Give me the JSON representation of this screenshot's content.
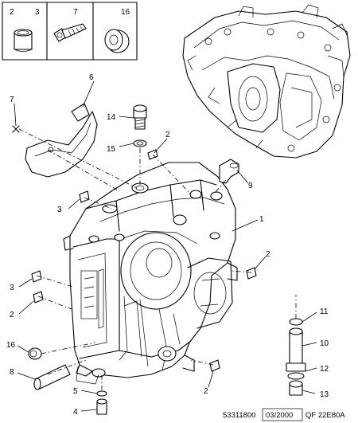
{
  "legend_box": {
    "labels": [
      "2",
      "3",
      "7",
      "16"
    ]
  },
  "callouts": [
    "6",
    "7",
    "14",
    "15",
    "2",
    "9",
    "3",
    "1",
    "2",
    "3",
    "2",
    "16",
    "8",
    "5",
    "4",
    "11",
    "10",
    "12",
    "13",
    "2"
  ],
  "footer": {
    "ref": "53311800",
    "date": "03/2000",
    "code": "QF 22E80A"
  }
}
